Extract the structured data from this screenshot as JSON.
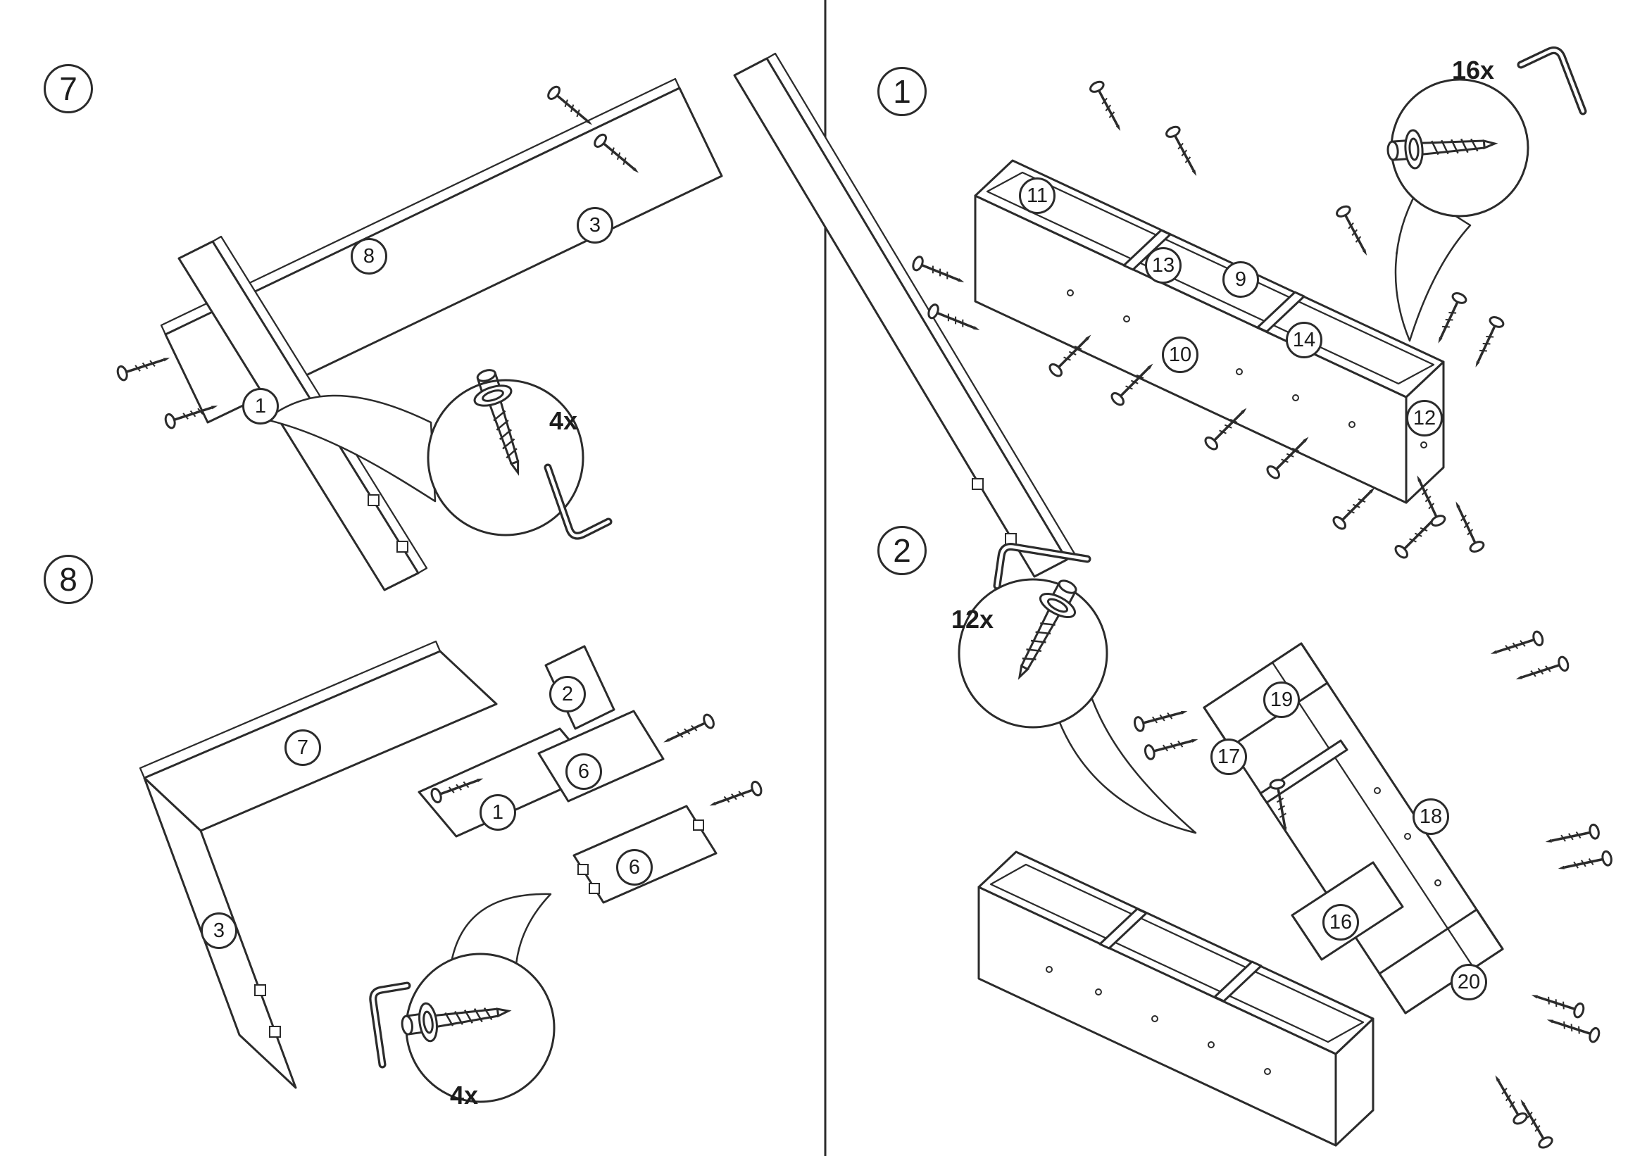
{
  "document": {
    "background_color": "#ffffff",
    "line_color": "#2b2b2b"
  },
  "steps": {
    "step7": {
      "number": "7",
      "hardware_qty": "4x",
      "parts": {
        "p8": "8",
        "p3": "3",
        "p1": "1"
      }
    },
    "step8": {
      "number": "8",
      "hardware_qty": "4x",
      "parts": {
        "p7": "7",
        "p2": "2",
        "p6a": "6",
        "p1": "1",
        "p6b": "6",
        "p3": "3"
      }
    },
    "step1": {
      "number": "1",
      "hardware_qty": "16x",
      "parts": {
        "p11": "11",
        "p13": "13",
        "p9": "9",
        "p10": "10",
        "p14": "14",
        "p12": "12"
      }
    },
    "step2": {
      "number": "2",
      "hardware_qty": "12x",
      "parts": {
        "p19": "19",
        "p17": "17",
        "p18": "18",
        "p16": "16",
        "p20": "20"
      }
    }
  },
  "icons": {
    "hardware_screw": "confirmat-screw-icon",
    "hardware_tool": "allen-key-icon"
  }
}
